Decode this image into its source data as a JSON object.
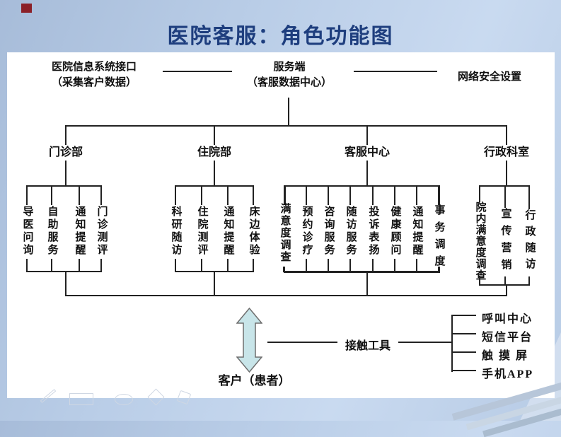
{
  "slide": {
    "title": "医院客服：角色功能图"
  },
  "top_row": {
    "his_interface_line1": "医院信息系统接口",
    "his_interface_line2": "（采集客户数据）",
    "server_line1": "服务端",
    "server_line2": "（客服数据中心）",
    "network_security": "网络安全设置"
  },
  "branches": {
    "outpatient": {
      "label": "门诊部",
      "children": [
        "导医问询",
        "自助服务",
        "通知提醒",
        "门诊测评"
      ]
    },
    "inpatient": {
      "label": "住院部",
      "children": [
        "科研随访",
        "住院测评",
        "通知提醒",
        "床边体验"
      ]
    },
    "service_center": {
      "label": "客服中心",
      "children": [
        "满意度调查",
        "预约诊疗",
        "咨询服务",
        "随访服务",
        "投诉表扬",
        "健康顾问",
        "通知提醒",
        "事务调度"
      ]
    },
    "admin": {
      "label": "行政科室",
      "children": [
        "院内满意度调查",
        "宣传营销",
        "行政随访"
      ]
    }
  },
  "bottom": {
    "customer": "客户（患者）",
    "contact_tools": "接触工具",
    "channels": [
      "呼叫中心",
      "短信平台",
      "触 摸 屏",
      "手机APP"
    ],
    "arrow_color": "#c8e5e9"
  }
}
